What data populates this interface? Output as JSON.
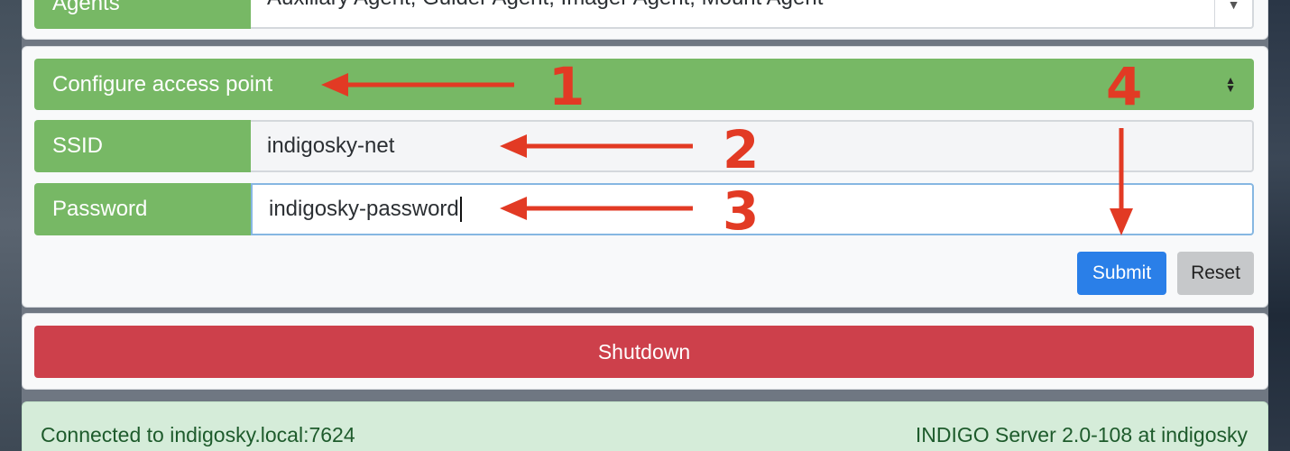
{
  "agents": {
    "label": "Agents",
    "value": "Auxiliary Agent; Guider Agent; Imager Agent; Mount Agent",
    "caret_icon": "chevron-down-icon"
  },
  "wifi": {
    "mode_select": "Configure access point",
    "ssid_label": "SSID",
    "ssid_value": "indigosky-net",
    "password_label": "Password",
    "password_value": "indigosky-password",
    "submit_label": "Submit",
    "reset_label": "Reset"
  },
  "shutdown_label": "Shutdown",
  "status": {
    "connection": "Connected to indigosky.local:7624",
    "server": "INDIGO Server 2.0-108 at indigosky"
  },
  "annotations": {
    "step_1": "1",
    "step_2": "2",
    "step_3": "3",
    "step_4": "4",
    "color": "#e23a24"
  },
  "colors": {
    "label_green": "#77b865",
    "submit_blue": "#2a7fe8",
    "shutdown_red": "#cd404b",
    "status_green_bg": "#d5ecd9"
  }
}
